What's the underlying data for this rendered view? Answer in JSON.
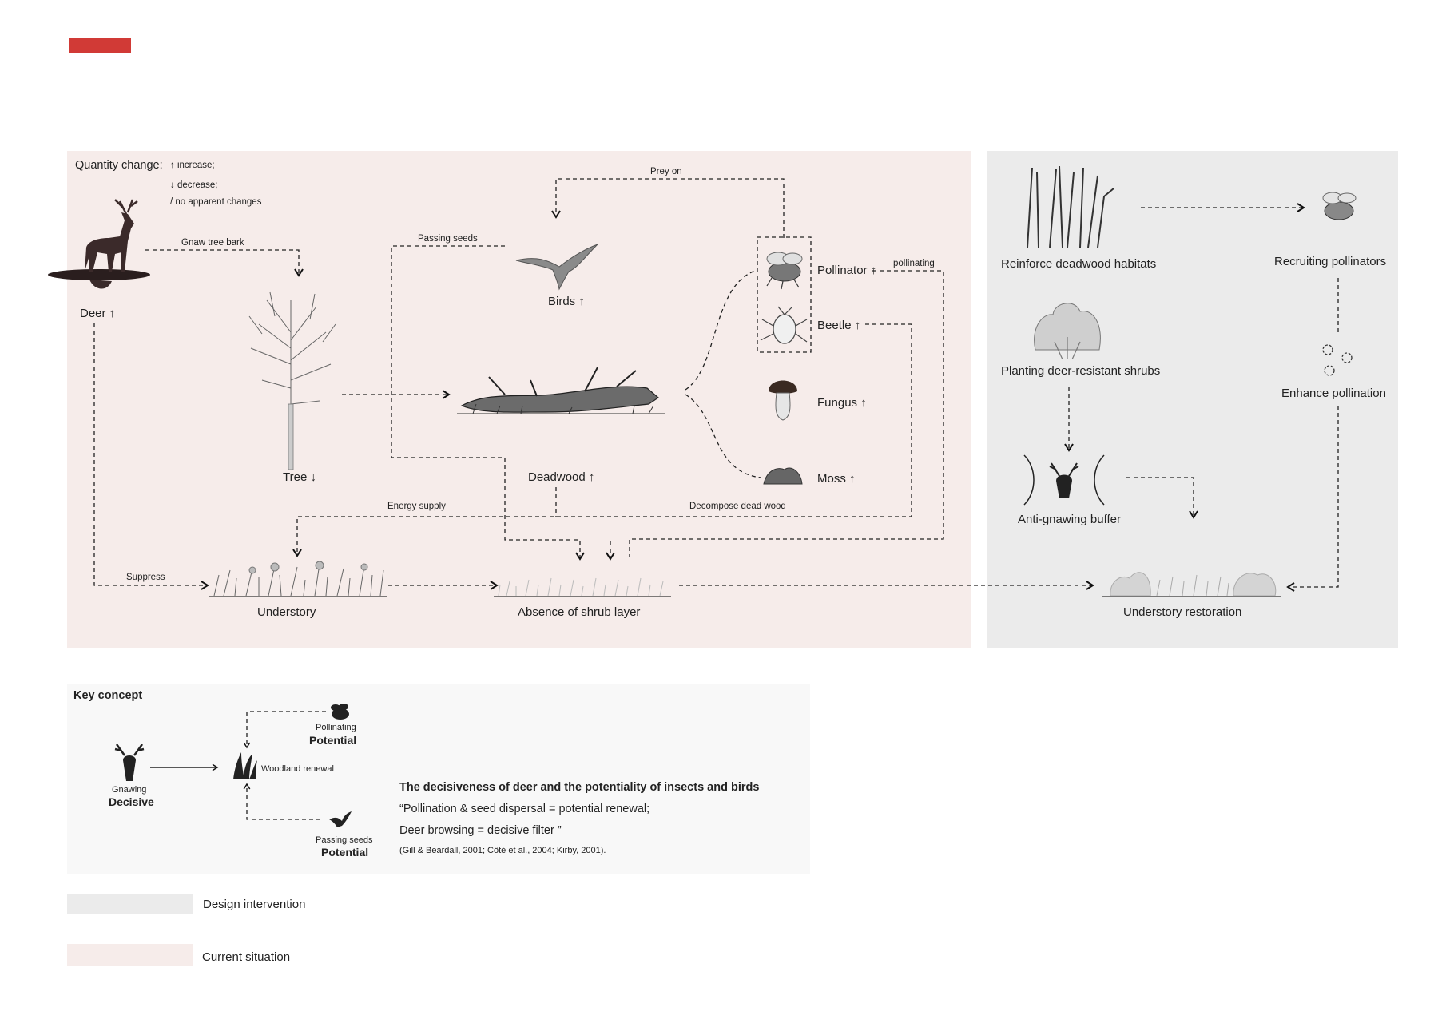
{
  "legend_quantity": {
    "title": "Quantity change:",
    "increase": "↑ increase;",
    "decrease": "↓ decrease;",
    "none": "/ no apparent changes"
  },
  "current": {
    "deer": "Deer ↑",
    "tree": "Tree ↓",
    "birds": "Birds ↑",
    "deadwood": "Deadwood ↑",
    "pollinator": "Pollinator ↑",
    "beetle": "Beetle ↑",
    "fungus": "Fungus ↑",
    "moss": "Moss ↑",
    "understory": "Understory",
    "absence": "Absence of shrub layer"
  },
  "edges": {
    "gnaw": "Gnaw tree bark",
    "passing_seeds": "Passing seeds",
    "prey_on": "Prey on",
    "pollinating": "pollinating",
    "energy_supply": "Energy supply",
    "decompose": "Decompose dead wood",
    "suppress": "Suppress"
  },
  "design": {
    "reinforce": "Reinforce deadwood habitats",
    "recruiting": "Recruiting pollinators",
    "planting": "Planting deer-resistant shrubs",
    "enhance": "Enhance pollination",
    "buffer": "Anti-gnawing buffer",
    "restoration": "Understory restoration"
  },
  "key": {
    "title": "Key concept",
    "pollinating": "Pollinating",
    "potential_top": "Potential",
    "woodland": "Woodland renewal",
    "gnawing": "Gnawing",
    "decisive": "Decisive",
    "passing": "Passing seeds",
    "potential_bottom": "Potential",
    "heading": "The decisiveness of deer and the potentiality of insects and birds",
    "quote1": "“Pollination & seed dispersal = potential renewal;",
    "quote2": "Deer browsing = decisive filter ”",
    "refs": "(Gill & Beardall, 2001; Côté et al., 2004; Kirby, 2001)."
  },
  "legend": {
    "design": "Design intervention",
    "current": "Current situation"
  },
  "colors": {
    "accent": "#d13a36",
    "current_bg": "#f6ecea",
    "design_bg": "#ebebeb",
    "key_bg": "#f8f8f8",
    "ink": "#222222"
  }
}
